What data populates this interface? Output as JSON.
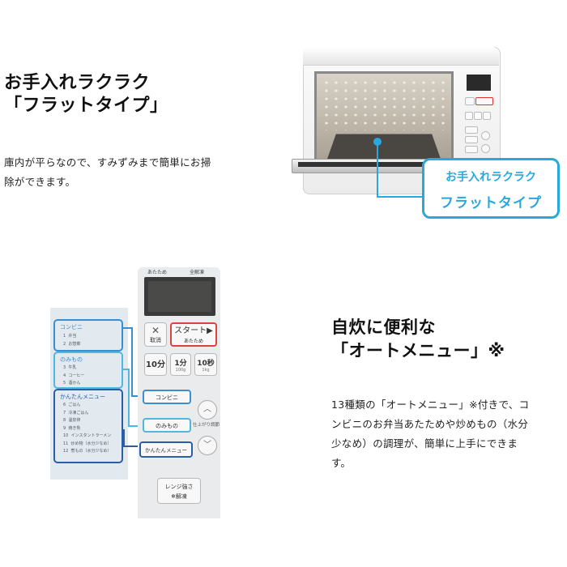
{
  "section1": {
    "heading_line1": "お手入れラクラク",
    "heading_line2": "「フラットタイプ」",
    "body_line1": "庫内が平らなので、すみずみまで簡単にお掃",
    "body_line2": "除ができます。",
    "callout": {
      "sub": "お手入れラクラク",
      "main": "フラットタイプ",
      "color": "#29a8dd"
    }
  },
  "section2": {
    "heading_line1": "自炊に便利な",
    "heading_line2": "「オートメニュー」※",
    "body_line1": "13種類の「オートメニュー」※付きで、コ",
    "body_line2": "ンビニのお弁当あたためや炒めもの（水分",
    "body_line3": "少なめ）の調理が、簡単に上手にできま",
    "body_line4": "す。"
  },
  "panel": {
    "label_heat": "あたため",
    "label_defrost": "全解凍",
    "cancel_symbol": "✕",
    "cancel_label": "取消",
    "start_label": "スタート▶",
    "start_sub": "あたため",
    "time_10min": "10分",
    "time_1min": "1分",
    "time_1min_sub": "100g",
    "time_10sec": "10秒",
    "time_10sec_sub": "1kg",
    "convenience_button": "コンビニ",
    "drinks_button": "のみもの",
    "easy_menu_button": "かんたんメニュー",
    "finish_adjust": "仕上がり調節",
    "range_strength": "レンジ強さ",
    "defrost": "❄解凍",
    "up_arrow": "︿",
    "down_arrow": "﹀"
  },
  "menu_sheet": {
    "convenience": {
      "title": "コンビニ",
      "items": "1  弁当\n2  お惣菜"
    },
    "drinks": {
      "title": "のみもの",
      "items": "3  牛乳\n4  コーヒー\n5  酒かん"
    },
    "easy": {
      "title": "かんたんメニュー",
      "items": "6  ごはん\n7  冷凍ごはん\n8  温泉卵\n9  焼き魚\n10  インスタントラーメン\n11  炒め物（水分少なめ）\n12  煮もの（水分少なめ）"
    },
    "accent_color": "#3a8fd3"
  }
}
